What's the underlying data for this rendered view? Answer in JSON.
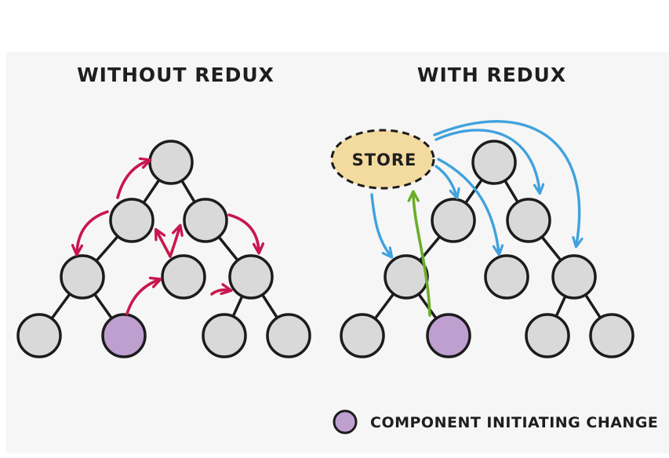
{
  "titles": {
    "left": "WITHOUT REDUX",
    "right": "WITH REDUX"
  },
  "store": {
    "label": "STORE"
  },
  "legend": {
    "label": "COMPONENT INITIATING CHANGE"
  },
  "colors": {
    "node_fill": "#d9d9d9",
    "node_stroke": "#1c1c1c",
    "initiator_fill": "#bf9fd0",
    "store_fill": "#f3dba0",
    "arrow_without_redux": "#c8174e",
    "arrow_to_store": "#6aad2a",
    "arrow_from_store": "#3fa2dd",
    "panel_background": "#f6f6f6"
  }
}
